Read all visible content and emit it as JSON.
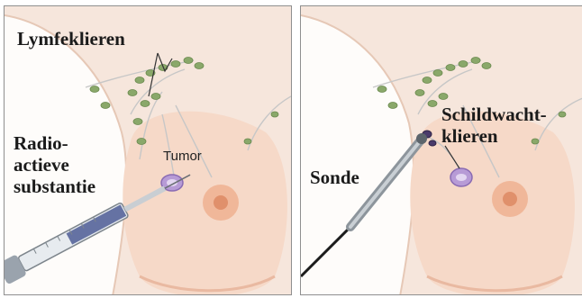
{
  "left_panel": {
    "lymph_nodes_label": "Lymfeklieren",
    "radioactive_label": "Radio-\nactieve\nsubstantie",
    "tumor_label": "Tumor"
  },
  "right_panel": {
    "probe_label": "Sonde",
    "sentinel_label": "Schildwacht-\nklieren"
  },
  "colors": {
    "skin": "#f6d9c8",
    "skin_shadow": "#e9b9a1",
    "nipple": "#e0906b",
    "areola": "#f0b799",
    "lymph_node": "#8aa86a",
    "lymph_vessel": "#c7c7c7",
    "tumor": "#b79bd6",
    "sentinel_node": "#4a3a6a",
    "syringe_plunger": "#9aa3ad",
    "probe_cable": "#1c1c1c"
  }
}
